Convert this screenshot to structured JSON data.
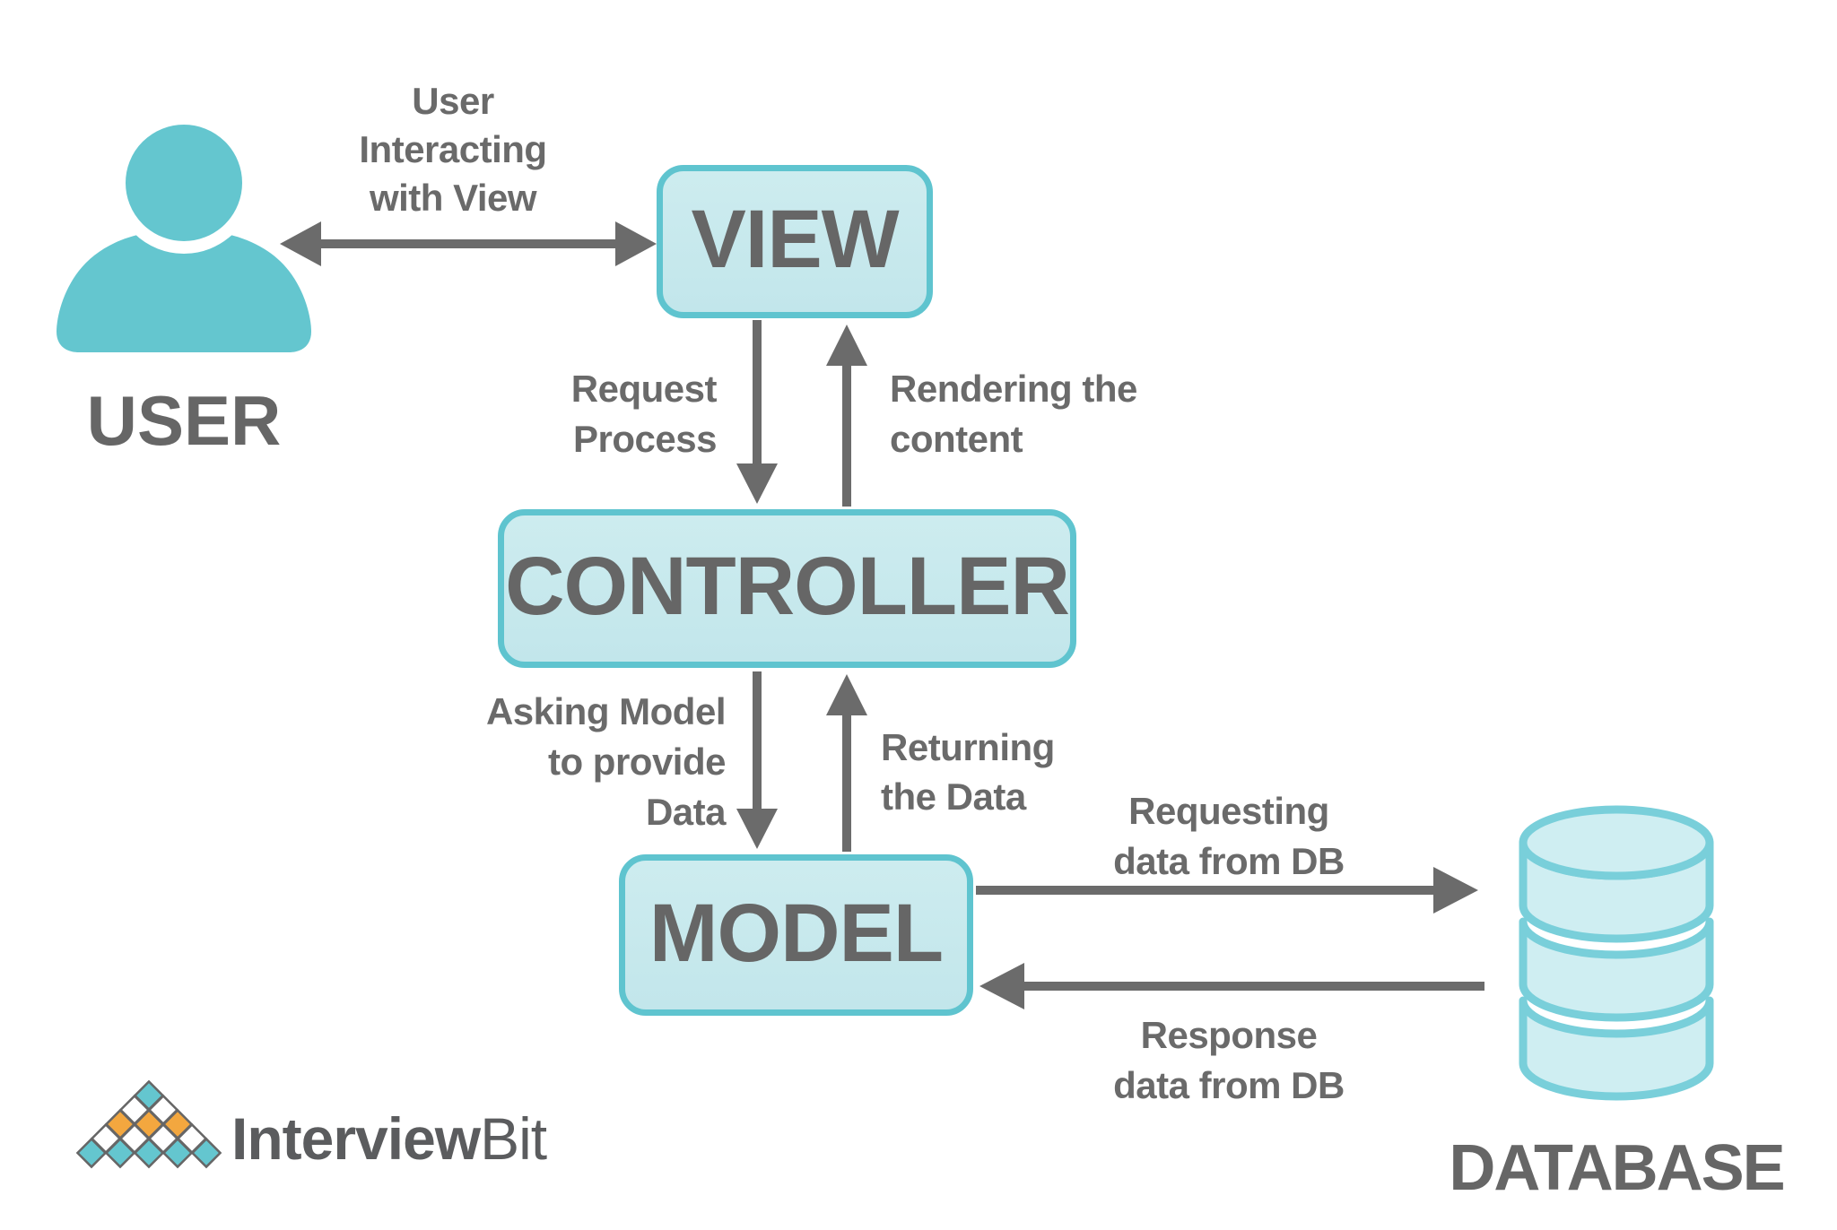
{
  "colors": {
    "teal": "#64c6cf",
    "box_fill": "#c2e6eb",
    "box_fill_light": "#cdecef",
    "box_border": "#5fc4cf",
    "cyl_fill": "#cfeef2",
    "cyl_border": "#79cfda",
    "gray_text": "#6a6a6a",
    "node_text": "#666666",
    "arrow": "#6b6b6b",
    "orange": "#f3a73f",
    "logo_text": "#5b5c5e",
    "diamond_outline": "#666666"
  },
  "nodes": {
    "user": "USER",
    "view": "VIEW",
    "controller": "CONTROLLER",
    "model": "MODEL",
    "database": "DATABASE"
  },
  "labels": {
    "user_view": [
      "User",
      "Interacting",
      "with View"
    ],
    "request_process": [
      "Request",
      "Process"
    ],
    "rendering_content": [
      "Rendering the",
      "content"
    ],
    "asking_model": [
      "Asking Model",
      "to provide",
      "Data"
    ],
    "returning_data": [
      "Returning",
      "the Data"
    ],
    "requesting_db": [
      "Requesting",
      "data from DB"
    ],
    "response_db": [
      "Response",
      "data from DB"
    ]
  },
  "logo": {
    "bold": "Interview",
    "light": "Bit"
  }
}
